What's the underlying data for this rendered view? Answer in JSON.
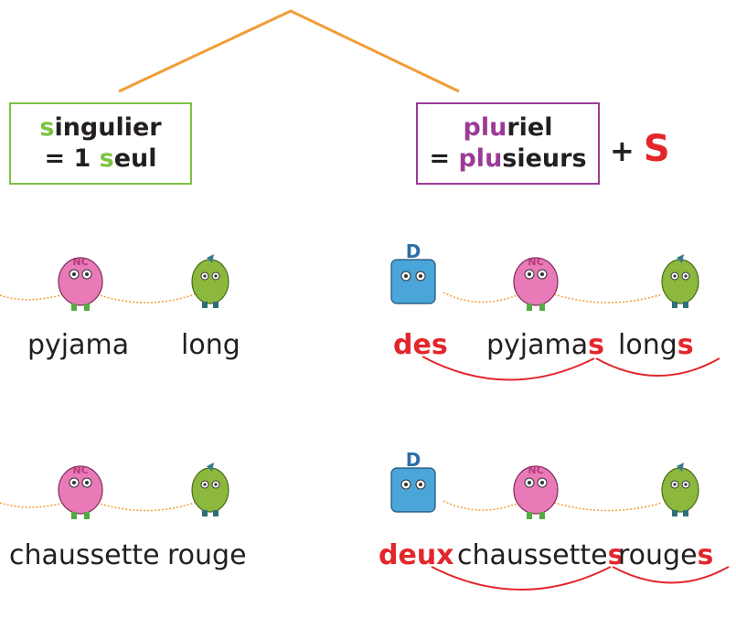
{
  "colors": {
    "orange": "#f39c34",
    "green": "#7dc242",
    "purple": "#9b3b97",
    "red": "#e3262b",
    "pink": "#e87ab7",
    "olive": "#8bb83d",
    "blue": "#4aa5d8"
  },
  "singular_box": {
    "hl1": "s",
    "rest1": "ingulier",
    "pre2": "= 1 ",
    "hl2": "s",
    "rest2": "eul"
  },
  "plural_box": {
    "hl1": "plu",
    "rest1": "riel",
    "pre2": "= ",
    "hl2": "plu",
    "rest2": "sieurs"
  },
  "plus_rule": {
    "plus": "+",
    "letter": "S"
  },
  "row1": {
    "left": {
      "noun": "pyjama",
      "adj": "long"
    },
    "right": {
      "det": "des",
      "noun_stem": "pyjama",
      "noun_s": "s",
      "adj_stem": "long",
      "adj_s": "s"
    }
  },
  "row2": {
    "left": {
      "noun": "chaussette",
      "adj": "rouge"
    },
    "right": {
      "det": "deux",
      "noun_stem": "chaussette",
      "noun_s": "s",
      "adj_stem": "rouge",
      "adj_s": "s"
    }
  },
  "character_labels": {
    "noun": "NC",
    "determiner": "D"
  },
  "icons": [
    "noun-monster-icon",
    "adjective-monster-icon",
    "determiner-monster-icon"
  ]
}
